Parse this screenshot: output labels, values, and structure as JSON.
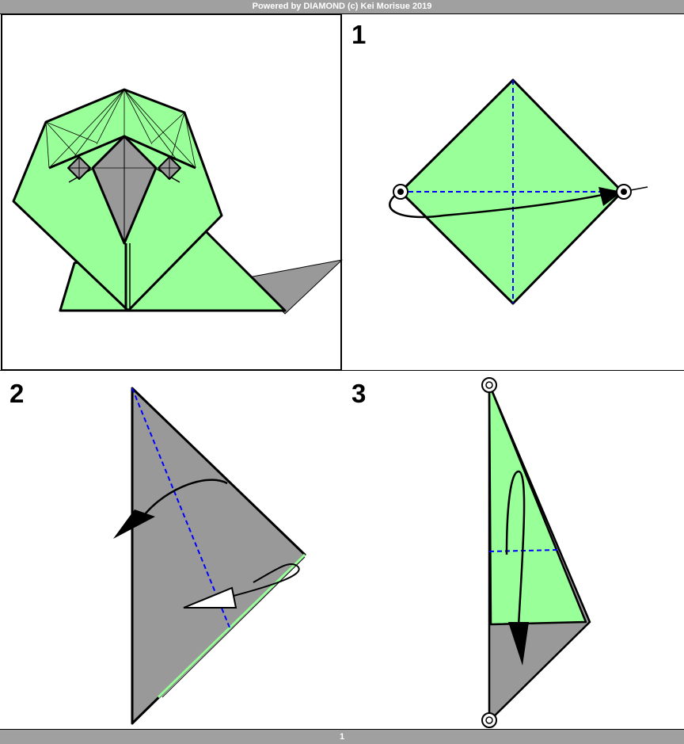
{
  "header": {
    "credit": "Powered by DIAMOND (c) Kei Morisue 2019"
  },
  "footer": {
    "page_number": "1"
  },
  "colors": {
    "paper_front": "#99ff99",
    "paper_back": "#999999",
    "valley_line": "#0000ff",
    "outline": "#000000"
  },
  "steps": [
    {
      "label": "1"
    },
    {
      "label": "2"
    },
    {
      "label": "3"
    }
  ]
}
